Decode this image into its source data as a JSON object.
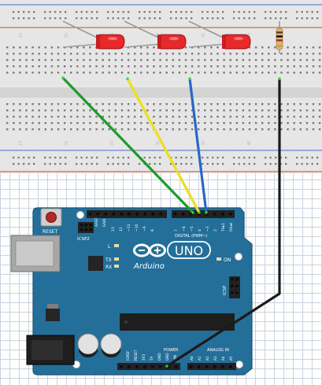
{
  "breadboard": {
    "column_numbers": [
      "15",
      "20",
      "25",
      "30",
      "35",
      "40"
    ]
  },
  "components": {
    "leds": [
      {
        "name": "led-1",
        "color": "#e8282b"
      },
      {
        "name": "led-2",
        "color": "#e8282b"
      },
      {
        "name": "led-3",
        "color": "#e8282b"
      }
    ],
    "resistor": {
      "body_color": "#d9b77b"
    }
  },
  "wires": [
    {
      "name": "wire-green",
      "color": "#1d9b2a"
    },
    {
      "name": "wire-yellow",
      "color": "#ecdf1f"
    },
    {
      "name": "wire-blue",
      "color": "#2867c8"
    },
    {
      "name": "wire-black",
      "color": "#1a1a1a"
    }
  ],
  "arduino": {
    "reset_label": "RESET",
    "icsp2_label": "ICSP2",
    "icsp_label": "ICSP",
    "aref_label": "AREF",
    "gnd_label": "GND",
    "digital_header_label": "DIGITAL (PWM~)",
    "digital_pins": [
      "13",
      "12",
      "~11",
      "~10",
      "~9",
      "8",
      "7",
      "~6",
      "~5",
      "4",
      "~3",
      "2",
      "TX▸1",
      "RX◂0"
    ],
    "l_label": "L",
    "tx_label": "TX",
    "rx_label": "RX",
    "on_label": "ON",
    "brand_label": "Arduino",
    "model_label": "UNO",
    "power_label": "POWER",
    "power_pins": [
      "IOREF",
      "RESET",
      "3V3",
      "5V",
      "GND",
      "GND",
      "VIN"
    ],
    "analog_label": "ANALOG IN",
    "analog_pins": [
      "A0",
      "A1",
      "A2",
      "A3",
      "A4",
      "A5"
    ],
    "board_color": "#236f9a"
  }
}
